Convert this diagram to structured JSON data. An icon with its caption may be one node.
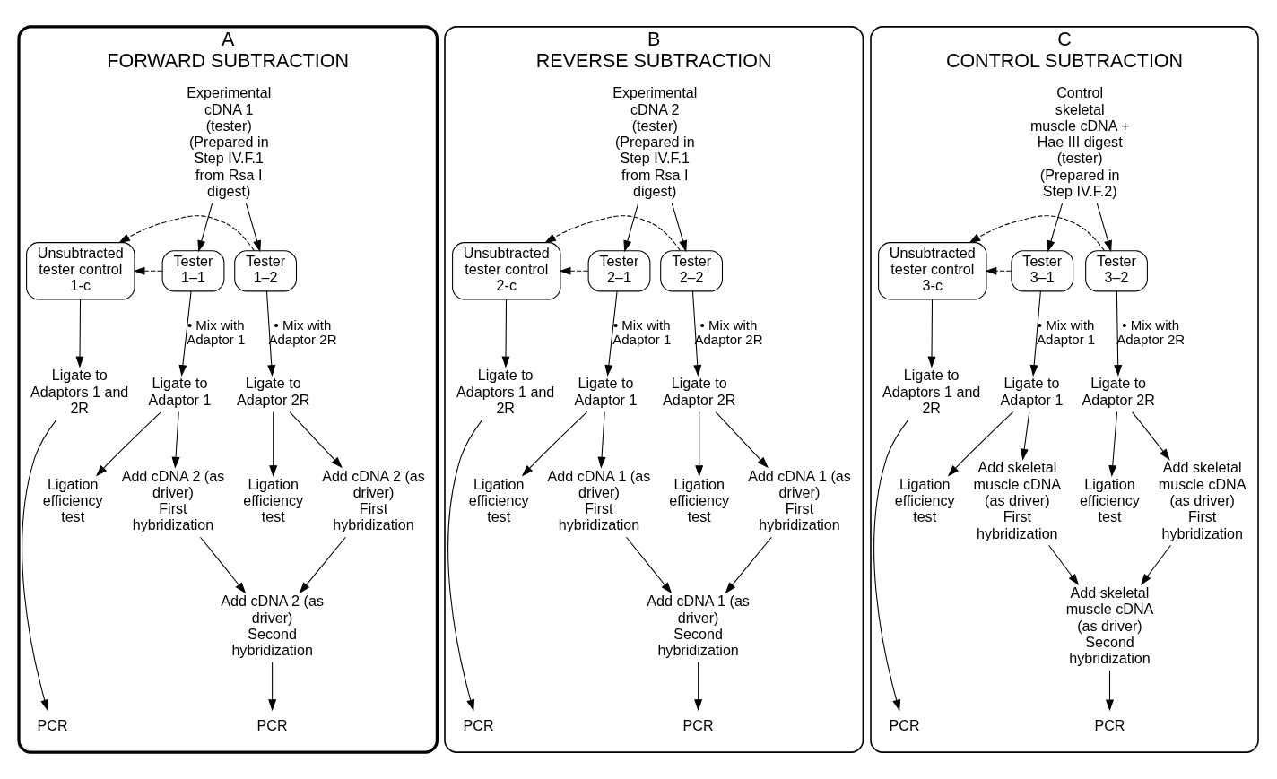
{
  "diagram": {
    "nodes": [
      {
        "text": [
          "A",
          "FORWARD SUBTRACTION"
        ]
      },
      {
        "text": [
          "Experimental cDNA 1 (tester)",
          "(Prepared in Step IV.F.1 from Rsa I digest)"
        ],
        "in": 0
      },
      {
        "text": [
          "Tester",
          "1–1"
        ],
        "in": 0
      },
      {
        "text": [
          "Tester",
          "1–2"
        ],
        "in": 0
      },
      {
        "text": [
          "Unsubtracted tester control 1-c"
        ],
        "in": 0
      },
      {
        "text": [
          "Ligate to Adaptor 1"
        ],
        "in": 0
      },
      {
        "text": [
          "Ligate to Adaptor 2R"
        ],
        "in": 0
      },
      {
        "text": [
          "Ligate to Adaptors 1 and 2R"
        ],
        "in": 0
      },
      {
        "text": [
          "Ligation efficiency test"
        ],
        "in": 0
      },
      {
        "text": [
          "Ligation efficiency test"
        ],
        "in": 0
      },
      {
        "text": [
          "Add cDNA 2 (as driver)",
          "First hybridization"
        ],
        "in": 0
      },
      {
        "text": [
          "Add cDNA 2 (as driver)",
          "First hybridization"
        ],
        "in": 0
      },
      {
        "text": [
          "Add cDNA 2 (as driver)",
          "Second hybridization"
        ],
        "in": 0
      },
      {
        "text": [
          "PCR"
        ],
        "in": 0
      },
      {
        "text": [
          "PCR"
        ],
        "in": 0
      },
      {
        "text": [
          "B",
          "REVERSE SUBTRACTION"
        ]
      },
      {
        "text": [
          "Experimental cDNA 2 (tester)",
          "(Prepared in Step IV.F.1 from Rsa I digest)"
        ],
        "in": 15
      },
      {
        "text": [
          "Tester",
          "2–1"
        ],
        "in": 15
      },
      {
        "text": [
          "Tester",
          "2–2"
        ],
        "in": 15
      },
      {
        "text": [
          "Unsubtracted tester control 2-c"
        ],
        "in": 15
      },
      {
        "text": [
          "Ligate to Adaptor 1"
        ],
        "in": 15
      },
      {
        "text": [
          "Ligate to Adaptor 2R"
        ],
        "in": 15
      },
      {
        "text": [
          "Ligate to Adaptors 1 and 2R"
        ],
        "in": 15
      },
      {
        "text": [
          "Ligation efficiency test"
        ],
        "in": 15
      },
      {
        "text": [
          "Ligation efficiency test"
        ],
        "in": 15
      },
      {
        "text": [
          "Add cDNA 1 (as driver)",
          "First hybridization"
        ],
        "in": 15
      },
      {
        "text": [
          "Add cDNA 1 (as driver)",
          "First hybridization"
        ],
        "in": 15
      },
      {
        "text": [
          "Add cDNA 1 (as driver)",
          "Second hybridization"
        ],
        "in": 15
      },
      {
        "text": [
          "PCR"
        ],
        "in": 15
      },
      {
        "text": [
          "PCR"
        ],
        "in": 15
      },
      {
        "text": [
          "C",
          "CONTROL SUBTRACTION"
        ]
      },
      {
        "text": [
          "Control skeletal muscle cDNA + Hae III digest (tester)",
          "(Prepared in Step IV.F.2)"
        ],
        "in": 30
      },
      {
        "text": [
          "Tester",
          "3–1"
        ],
        "in": 30
      },
      {
        "text": [
          "Tester",
          "3–2"
        ],
        "in": 30
      },
      {
        "text": [
          "Unsubtracted tester control 3-c"
        ],
        "in": 30
      },
      {
        "text": [
          "Ligate to Adaptor 1"
        ],
        "in": 30
      },
      {
        "text": [
          "Ligate to Adaptor 2R"
        ],
        "in": 30
      },
      {
        "text": [
          "Ligate to Adaptors 1 and 2R"
        ],
        "in": 30
      },
      {
        "text": [
          "Ligation efficiency test"
        ],
        "in": 30
      },
      {
        "text": [
          "Ligation efficiency test"
        ],
        "in": 30
      },
      {
        "text": [
          "Add skeletal muscle cDNA (as driver)",
          "First hybridization"
        ],
        "in": 30
      },
      {
        "text": [
          "Add skeletal muscle cDNA (as driver)",
          "First hybridization"
        ],
        "in": 30
      },
      {
        "text": [
          "Add skeletal muscle cDNA (as driver)",
          "Second hybridization"
        ],
        "in": 30
      },
      {
        "text": [
          "PCR"
        ],
        "in": 30
      },
      {
        "text": [
          "PCR"
        ],
        "in": 30
      }
    ],
    "edges": [
      {
        "from": 1,
        "to": 2,
        "arrow": "to"
      },
      {
        "from": 1,
        "to": 3,
        "arrow": "to"
      },
      {
        "from": 2,
        "to": 5,
        "arrow": "to",
        "label": "• Mix with Adaptor 1"
      },
      {
        "from": 3,
        "to": 6,
        "arrow": "to",
        "label": "• Mix with Adaptor 2R"
      },
      {
        "from": 2,
        "to": 4,
        "arrow": "to",
        "style": "dashed"
      },
      {
        "from": 3,
        "to": 4,
        "arrow": "to",
        "style": "dashed"
      },
      {
        "from": 4,
        "to": 7,
        "arrow": "to"
      },
      {
        "from": 7,
        "to": 14,
        "arrow": "to"
      },
      {
        "from": 5,
        "to": 8,
        "arrow": "to"
      },
      {
        "from": 6,
        "to": 9,
        "arrow": "to"
      },
      {
        "from": 5,
        "to": 10,
        "arrow": "to"
      },
      {
        "from": 6,
        "to": 11,
        "arrow": "to"
      },
      {
        "from": 10,
        "to": 12,
        "arrow": "to"
      },
      {
        "from": 11,
        "to": 12,
        "arrow": "to"
      },
      {
        "from": 12,
        "to": 13,
        "arrow": "to"
      },
      {
        "from": 16,
        "to": 17,
        "arrow": "to"
      },
      {
        "from": 16,
        "to": 18,
        "arrow": "to"
      },
      {
        "from": 17,
        "to": 20,
        "arrow": "to",
        "label": "• Mix with Adaptor 1"
      },
      {
        "from": 18,
        "to": 21,
        "arrow": "to",
        "label": "• Mix with Adaptor 2R"
      },
      {
        "from": 17,
        "to": 19,
        "arrow": "to",
        "style": "dashed"
      },
      {
        "from": 18,
        "to": 19,
        "arrow": "to",
        "style": "dashed"
      },
      {
        "from": 19,
        "to": 22,
        "arrow": "to"
      },
      {
        "from": 22,
        "to": 29,
        "arrow": "to"
      },
      {
        "from": 20,
        "to": 23,
        "arrow": "to"
      },
      {
        "from": 21,
        "to": 24,
        "arrow": "to"
      },
      {
        "from": 20,
        "to": 25,
        "arrow": "to"
      },
      {
        "from": 21,
        "to": 26,
        "arrow": "to"
      },
      {
        "from": 25,
        "to": 27,
        "arrow": "to"
      },
      {
        "from": 26,
        "to": 27,
        "arrow": "to"
      },
      {
        "from": 27,
        "to": 28,
        "arrow": "to"
      },
      {
        "from": 31,
        "to": 32,
        "arrow": "to"
      },
      {
        "from": 31,
        "to": 33,
        "arrow": "to"
      },
      {
        "from": 32,
        "to": 35,
        "arrow": "to",
        "label": "• Mix with Adaptor 1"
      },
      {
        "from": 33,
        "to": 36,
        "arrow": "to",
        "label": "• Mix with Adaptor 2R"
      },
      {
        "from": 32,
        "to": 34,
        "arrow": "to",
        "style": "dashed"
      },
      {
        "from": 33,
        "to": 34,
        "arrow": "to",
        "style": "dashed"
      },
      {
        "from": 34,
        "to": 37,
        "arrow": "to"
      },
      {
        "from": 37,
        "to": 44,
        "arrow": "to"
      },
      {
        "from": 35,
        "to": 38,
        "arrow": "to"
      },
      {
        "from": 36,
        "to": 39,
        "arrow": "to"
      },
      {
        "from": 35,
        "to": 40,
        "arrow": "to"
      },
      {
        "from": 36,
        "to": 41,
        "arrow": "to"
      },
      {
        "from": 40,
        "to": 42,
        "arrow": "to"
      },
      {
        "from": 41,
        "to": 42,
        "arrow": "to"
      },
      {
        "from": 42,
        "to": 43,
        "arrow": "to"
      }
    ]
  }
}
